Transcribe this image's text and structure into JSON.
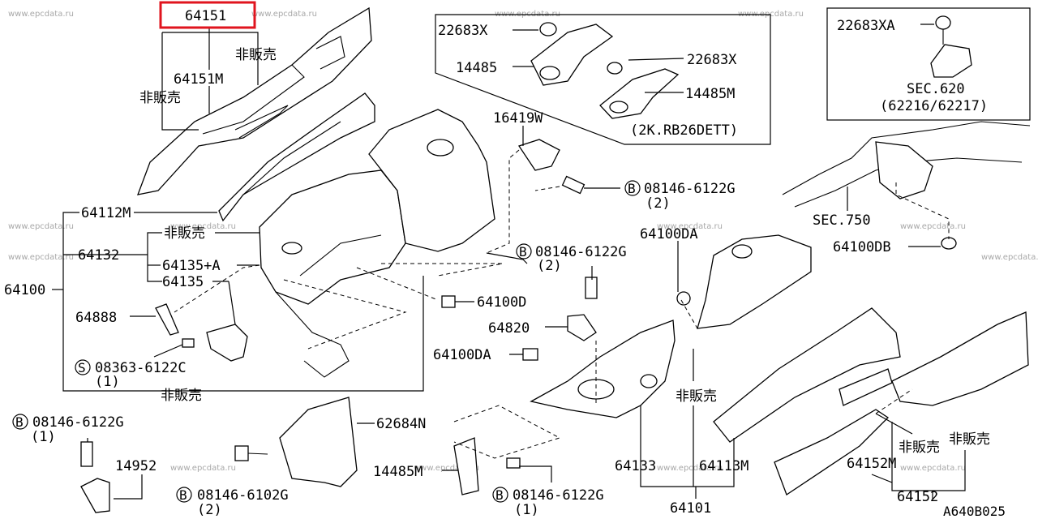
{
  "watermark": "www.epcdata.ru",
  "highlight_color": "#e0141e",
  "diagram_code": "A640B025",
  "labels": {
    "p64151": "64151",
    "nh_a": "非販売",
    "p64151m": "64151M",
    "nh_b": "非販売",
    "p22683x_1": "22683X",
    "p14485": "14485",
    "p22683x_2": "22683X",
    "p14485m": "14485M",
    "rb26": "(2K.RB26DETT)",
    "p22683xa": "22683XA",
    "sec620": "SEC.620",
    "sec620_parts": "(62216/62217)",
    "p16419w": "16419W",
    "b_08146_6122g_1": "08146-6122G",
    "qty_2a": "(2)",
    "sec750": "SEC.750",
    "p64100db": "64100DB",
    "p64112m": "64112M",
    "nh_c": "非販売",
    "p64132": "64132",
    "p64135a": "64135+A",
    "p64135": "64135",
    "p64100": "64100",
    "b_08146_6122g_2": "08146-6122G",
    "qty_2b": "(2)",
    "p64100da_1": "64100DA",
    "p64100d": "64100D",
    "p64888": "64888",
    "p64820": "64820",
    "s_08363_6122c": "08363-6122C",
    "qty_1a": "(1)",
    "p64100da_2": "64100DA",
    "nh_d": "非販売",
    "nh_e": "非販売",
    "b_08146_6122g_3": "08146-6122G",
    "qty_1b": "(1)",
    "p62684n": "62684N",
    "p14952": "14952",
    "p14485m_2": "14485M",
    "nh_f": "非販売",
    "nh_g": "非販売",
    "p64133": "64133",
    "p64113m": "64113M",
    "p64152m": "64152M",
    "b_08146_6102g": "08146-6102G",
    "qty_2c": "(2)",
    "b_08146_6122g_4": "08146-6122G",
    "qty_1c": "(1)",
    "p64101": "64101",
    "p64152": "64152",
    "b_glyph": "B",
    "s_glyph": "S"
  }
}
